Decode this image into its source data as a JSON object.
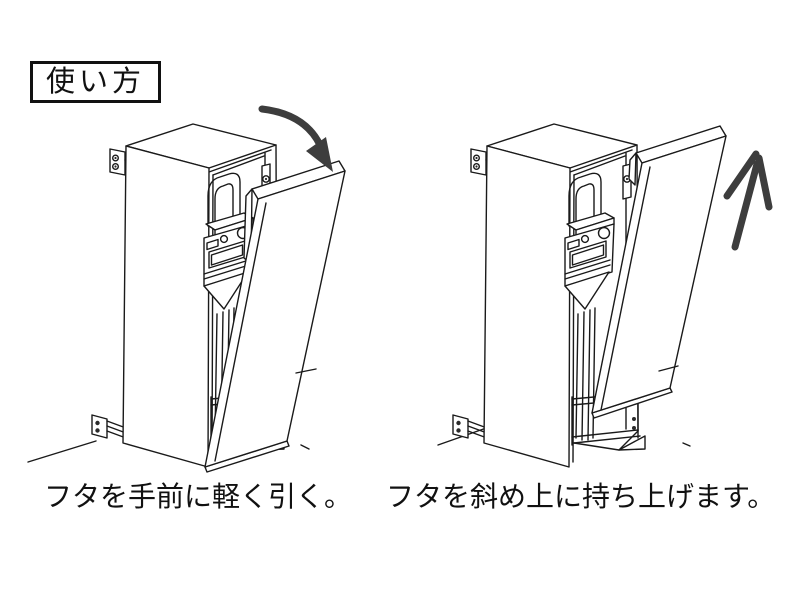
{
  "title": {
    "label": "使い方"
  },
  "steps": [
    {
      "caption": "フタを手前に軽く引く。",
      "arrow_icon": "curved-arrow-down-right"
    },
    {
      "caption": "フタを斜め上に持ち上げます。",
      "arrow_icon": "straight-arrow-up-right"
    }
  ],
  "colors": {
    "background": "#ffffff",
    "line": "#1a1a1a",
    "arrow": "#3d3d3d",
    "text": "#111111"
  }
}
